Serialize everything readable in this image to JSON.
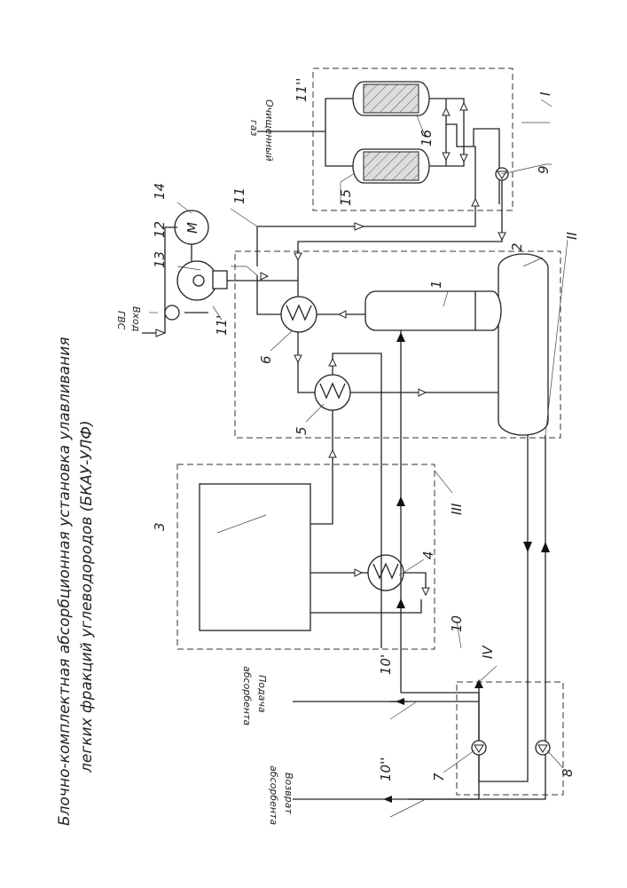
{
  "title": {
    "line1": "Блочно-комплектная абсорбционная установка улавливания",
    "line2": "легких фракций углеводородов (БКАУ-УЛФ)"
  },
  "streams": {
    "inlet_gas": [
      "Вход",
      "ГВС"
    ],
    "clean_gas": [
      "Очищенный",
      "газ"
    ],
    "absorbent_supply": [
      "Подача",
      "абсорбента"
    ],
    "absorbent_return": [
      "Возврат",
      "абсорбента"
    ]
  },
  "labels": {
    "n1": "1",
    "n2": "2",
    "n3": "3",
    "n4": "4",
    "n5": "5",
    "n6": "6",
    "n7": "7",
    "n8": "8",
    "n9": "9",
    "n10": "10",
    "n10p": "10'",
    "n10pp": "10''",
    "n11": "11",
    "n11p": "11'",
    "n11pp": "11''",
    "n12": "12",
    "n13": "13",
    "n14": "14",
    "n15": "15",
    "n16": "16",
    "blockI": "I",
    "blockII": "II",
    "blockIII": "III",
    "blockIV": "IV",
    "motor": "M"
  }
}
